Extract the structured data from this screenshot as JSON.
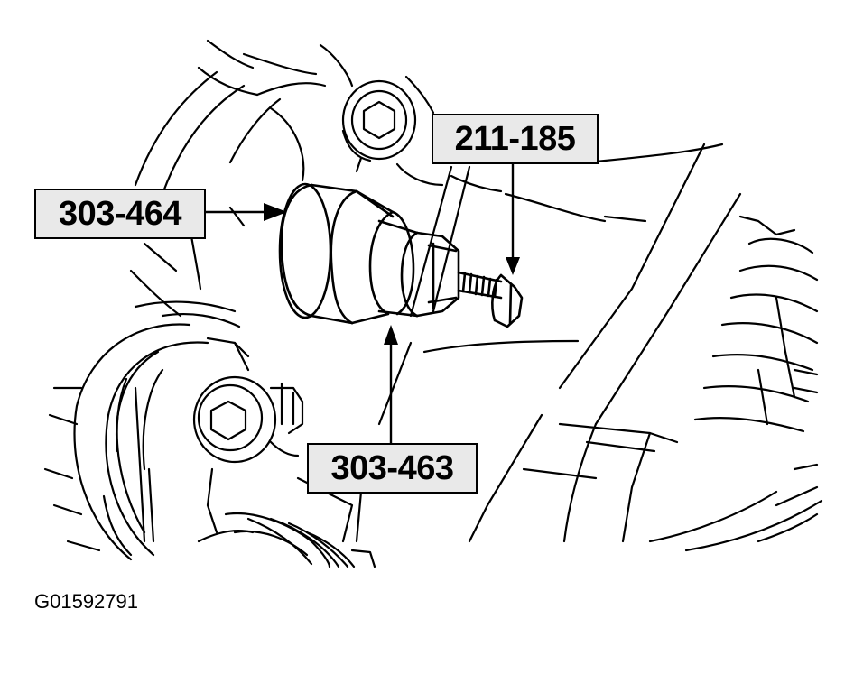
{
  "labels": {
    "tool_211_185": "211-185",
    "tool_303_464": "303-464",
    "tool_303_463": "303-463"
  },
  "figure_id": "G01592791",
  "colors": {
    "ink": "#000000",
    "label_fill": "#e9e9e9",
    "paper": "#ffffff"
  }
}
